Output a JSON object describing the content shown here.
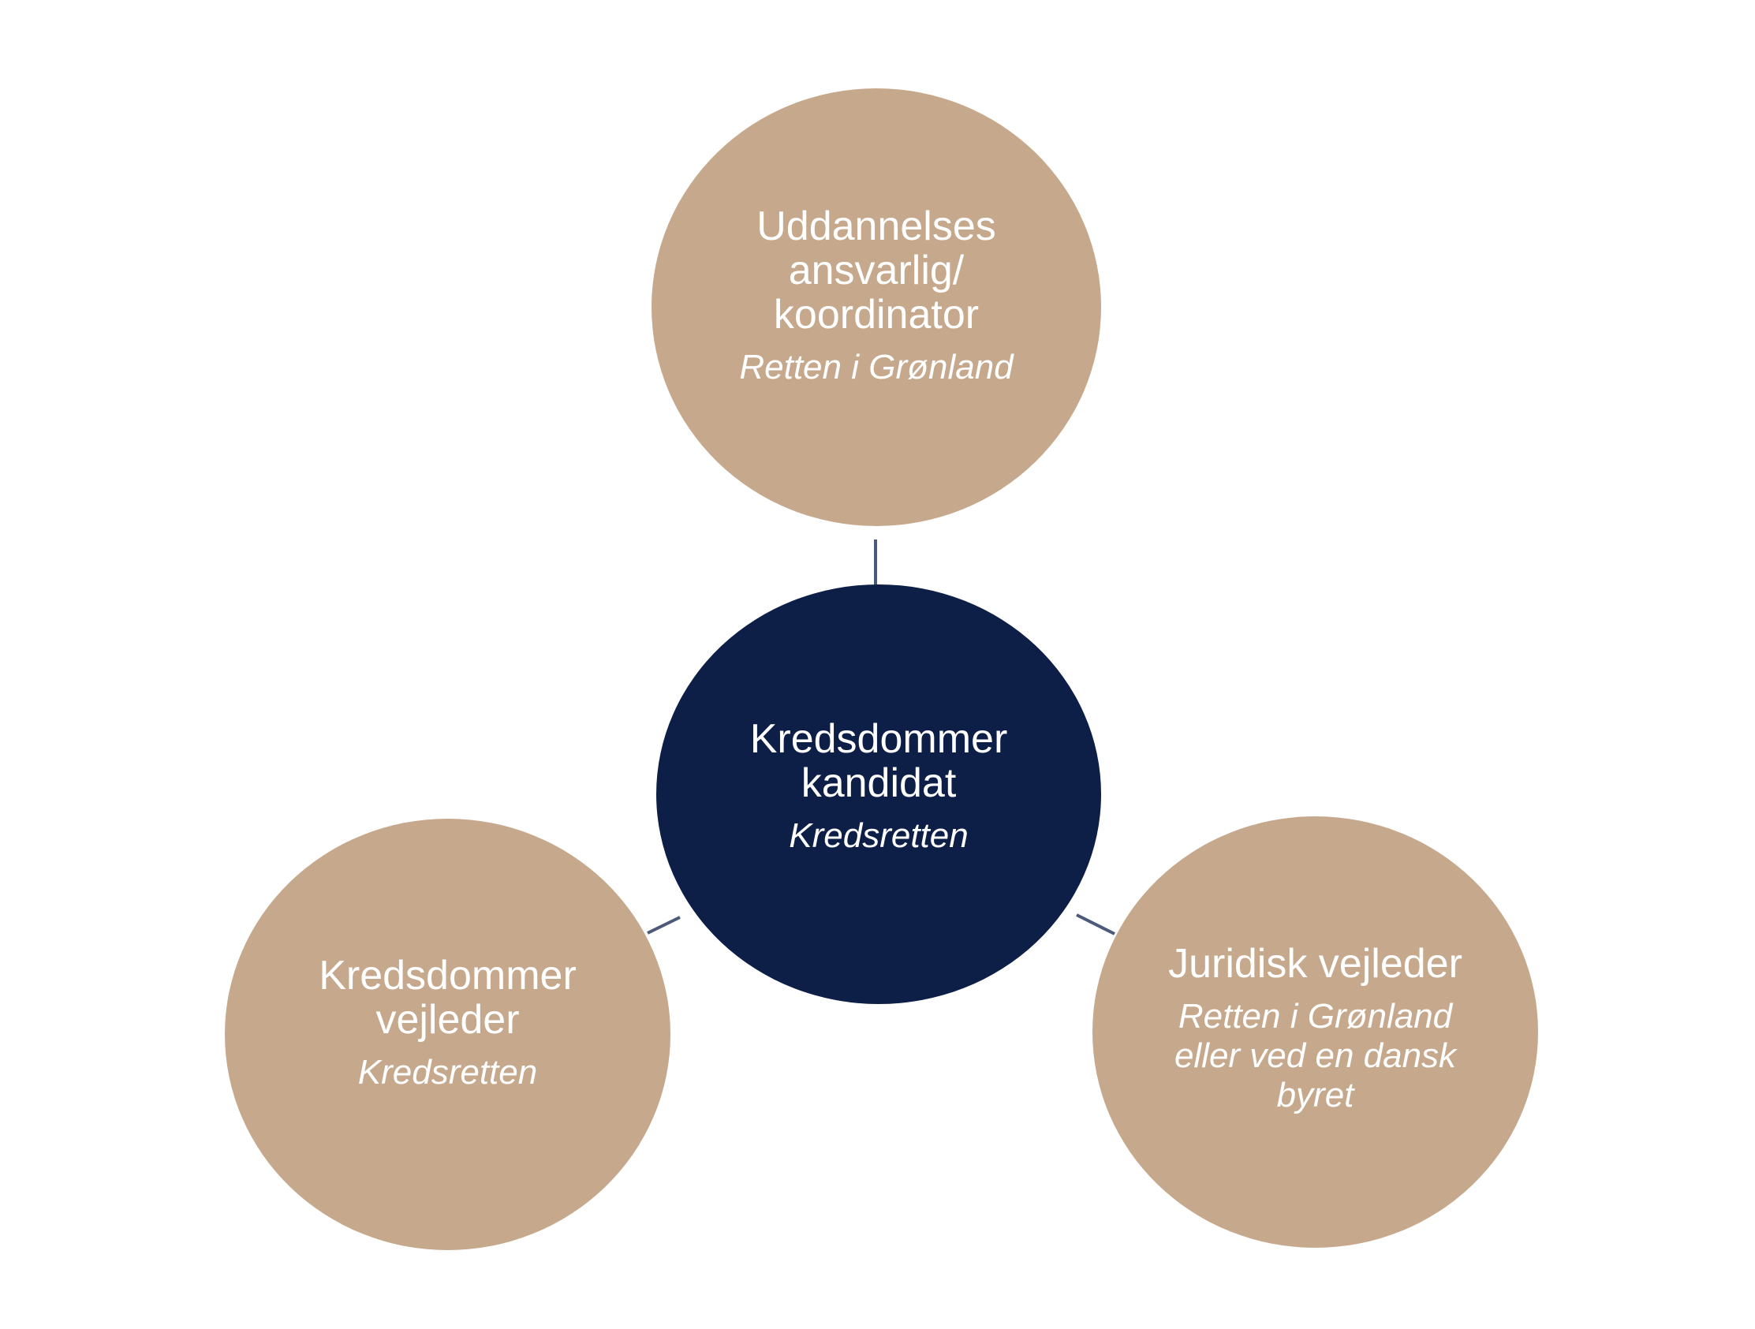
{
  "diagram": {
    "type": "hub-and-spoke",
    "colors": {
      "hub_fill": "#0d1f47",
      "spoke_fill": "#c6a98c",
      "connector": "#4a5a78",
      "text": "#ffffff",
      "background": "#ffffff"
    },
    "hub": {
      "title": "Kredsdommer\nkandidat",
      "subtitle": "Kredsretten"
    },
    "spokes": [
      {
        "position": "top",
        "title": "Uddannelses\nansvarlig/\nkoordinator",
        "subtitle": "Retten i Grønland"
      },
      {
        "position": "bottom-left",
        "title": "Kredsdommer\nvejleder",
        "subtitle": "Kredsretten"
      },
      {
        "position": "bottom-right",
        "title": "Juridisk vejleder",
        "subtitle": "Retten i Grønland\neller ved en dansk\nbyret"
      }
    ]
  }
}
